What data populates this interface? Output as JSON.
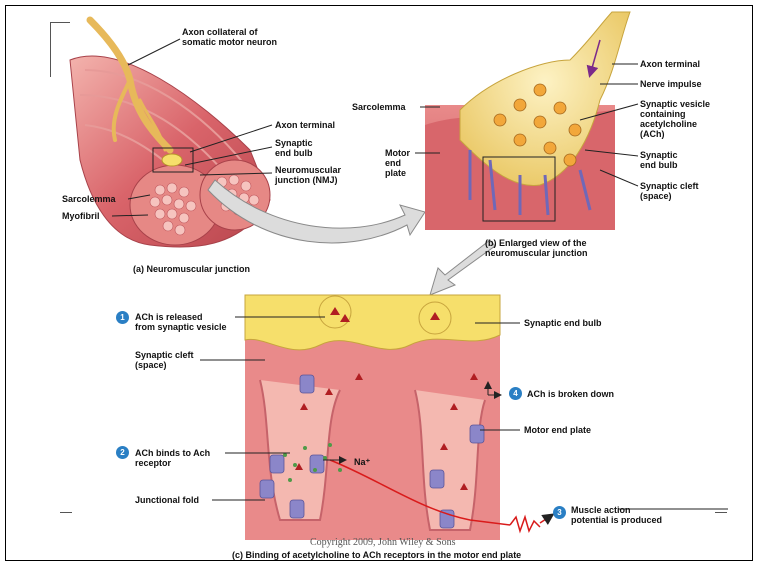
{
  "panel_a": {
    "caption": "(a) Neuromuscular junction",
    "labels": {
      "axon_collateral": "Axon collateral of\nsomatic motor neuron",
      "axon_terminal": "Axon terminal",
      "synaptic_end_bulb": "Synaptic\nend bulb",
      "nmj": "Neuromuscular\njunction (NMJ)",
      "sarcolemma": "Sarcolemma",
      "myofibril": "Myofibril"
    }
  },
  "panel_b": {
    "caption": "(b) Enlarged view of the\n      neuromuscular junction",
    "labels": {
      "sarcolemma": "Sarcolemma",
      "motor_end_plate": "Motor\nend\nplate",
      "axon_terminal": "Axon terminal",
      "nerve_impulse": "Nerve impulse",
      "synaptic_vesicle": "Synaptic vesicle\ncontaining\nacetylcholine\n(ACh)",
      "synaptic_end_bulb": "Synaptic\nend bulb",
      "synaptic_cleft": "Synaptic cleft\n(space)"
    }
  },
  "panel_c": {
    "caption": "(c) Binding of acetylcholine to ACh receptors in the motor end plate",
    "steps": [
      {
        "number": "1",
        "text": "ACh is released\nfrom synaptic vesicle"
      },
      {
        "number": "2",
        "text": "ACh binds to Ach\nreceptor"
      },
      {
        "number": "3",
        "text": "Muscle action\npotential is produced"
      },
      {
        "number": "4",
        "text": "ACh is broken down"
      }
    ],
    "labels": {
      "synaptic_end_bulb": "Synaptic end bulb",
      "synaptic_cleft": "Synaptic cleft\n(space)",
      "motor_end_plate": "Motor end plate",
      "junctional_fold": "Junctional fold",
      "na_ion": "Na⁺"
    }
  },
  "copyright": "Copyright 2009, John Wiley & Sons",
  "colors": {
    "muscle": "#d9646a",
    "muscle_light": "#f0a3a0",
    "nerve": "#f2d27a",
    "receptor": "#8b86c9",
    "ach": "#b01e22",
    "step_badge": "#2a7fc4"
  }
}
